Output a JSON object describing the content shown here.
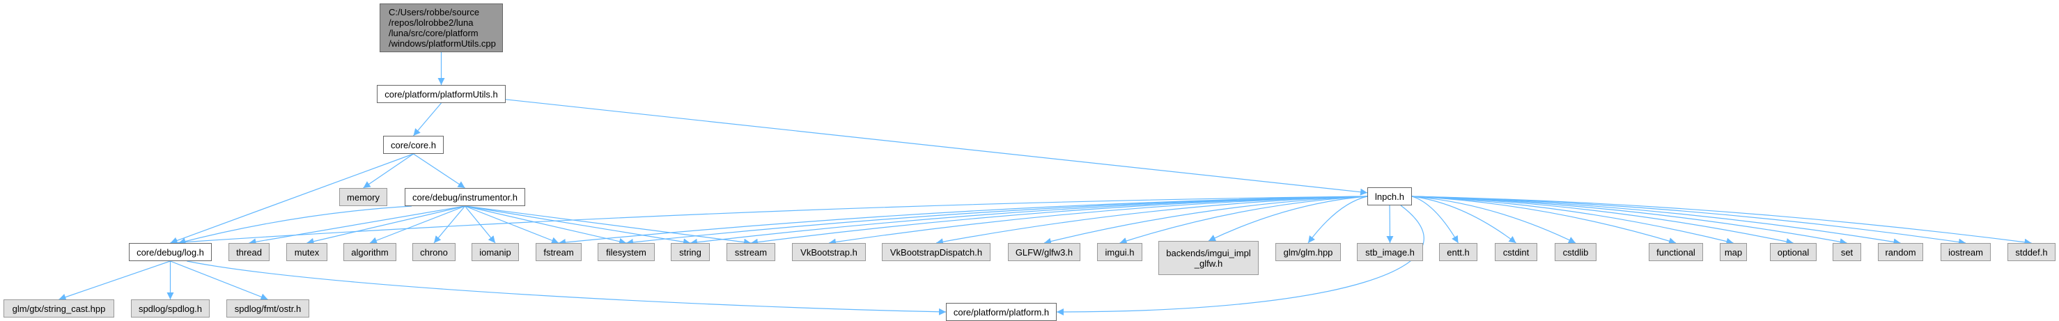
{
  "graph": {
    "type": "include-dependency-graph",
    "colors": {
      "edge": "#63b8ff",
      "root_fill": "#999999",
      "local_fill": "#ffffff",
      "system_fill": "#e0e0e0"
    },
    "nodes": [
      {
        "id": "root",
        "label": "C:/Users/robbe/source\n/repos/lolrobbe2/luna\n/luna/src/core/platform\n/windows/platformUtils.cpp",
        "kind": "root"
      },
      {
        "id": "platformUtils_h",
        "label": "core/platform/platformUtils.h",
        "kind": "local"
      },
      {
        "id": "core_h",
        "label": "core/core.h",
        "kind": "local"
      },
      {
        "id": "memory",
        "label": "memory",
        "kind": "system"
      },
      {
        "id": "instrumentor_h",
        "label": "core/debug/instrumentor.h",
        "kind": "local"
      },
      {
        "id": "lnpch_h",
        "label": "lnpch.h",
        "kind": "local"
      },
      {
        "id": "log_h",
        "label": "core/debug/log.h",
        "kind": "local"
      },
      {
        "id": "thread",
        "label": "thread",
        "kind": "system"
      },
      {
        "id": "mutex",
        "label": "mutex",
        "kind": "system"
      },
      {
        "id": "algorithm",
        "label": "algorithm",
        "kind": "system"
      },
      {
        "id": "chrono",
        "label": "chrono",
        "kind": "system"
      },
      {
        "id": "iomanip",
        "label": "iomanip",
        "kind": "system"
      },
      {
        "id": "fstream",
        "label": "fstream",
        "kind": "system"
      },
      {
        "id": "filesystem",
        "label": "filesystem",
        "kind": "system"
      },
      {
        "id": "string",
        "label": "string",
        "kind": "system"
      },
      {
        "id": "sstream",
        "label": "sstream",
        "kind": "system"
      },
      {
        "id": "VkBootstrap_h",
        "label": "VkBootstrap.h",
        "kind": "system"
      },
      {
        "id": "VkBootstrapDispatch_h",
        "label": "VkBootstrapDispatch.h",
        "kind": "system"
      },
      {
        "id": "glfw3_h",
        "label": "GLFW/glfw3.h",
        "kind": "system"
      },
      {
        "id": "imgui_h",
        "label": "imgui.h",
        "kind": "system"
      },
      {
        "id": "imgui_impl_glfw_h",
        "label": "backends/imgui_impl\n_glfw.h",
        "kind": "system"
      },
      {
        "id": "glm_hpp",
        "label": "glm/glm.hpp",
        "kind": "system"
      },
      {
        "id": "stb_image_h",
        "label": "stb_image.h",
        "kind": "system"
      },
      {
        "id": "entt_h",
        "label": "entt.h",
        "kind": "system"
      },
      {
        "id": "cstdint",
        "label": "cstdint",
        "kind": "system"
      },
      {
        "id": "cstdlib",
        "label": "cstdlib",
        "kind": "system"
      },
      {
        "id": "functional",
        "label": "functional",
        "kind": "system"
      },
      {
        "id": "map",
        "label": "map",
        "kind": "system"
      },
      {
        "id": "optional",
        "label": "optional",
        "kind": "system"
      },
      {
        "id": "set",
        "label": "set",
        "kind": "system"
      },
      {
        "id": "random",
        "label": "random",
        "kind": "system"
      },
      {
        "id": "iostream",
        "label": "iostream",
        "kind": "system"
      },
      {
        "id": "stddef_h",
        "label": "stddef.h",
        "kind": "system"
      },
      {
        "id": "string_cast_hpp",
        "label": "glm/gtx/string_cast.hpp",
        "kind": "system"
      },
      {
        "id": "spdlog_h",
        "label": "spdlog/spdlog.h",
        "kind": "system"
      },
      {
        "id": "ostr_h",
        "label": "spdlog/fmt/ostr.h",
        "kind": "system"
      },
      {
        "id": "platform_h",
        "label": "core/platform/platform.h",
        "kind": "local"
      }
    ],
    "edges": [
      [
        "root",
        "platformUtils_h"
      ],
      [
        "platformUtils_h",
        "core_h"
      ],
      [
        "platformUtils_h",
        "lnpch_h"
      ],
      [
        "core_h",
        "memory"
      ],
      [
        "core_h",
        "instrumentor_h"
      ],
      [
        "core_h",
        "log_h"
      ],
      [
        "instrumentor_h",
        "log_h"
      ],
      [
        "instrumentor_h",
        "thread"
      ],
      [
        "instrumentor_h",
        "mutex"
      ],
      [
        "instrumentor_h",
        "algorithm"
      ],
      [
        "instrumentor_h",
        "chrono"
      ],
      [
        "instrumentor_h",
        "iomanip"
      ],
      [
        "instrumentor_h",
        "fstream"
      ],
      [
        "instrumentor_h",
        "filesystem"
      ],
      [
        "instrumentor_h",
        "string"
      ],
      [
        "instrumentor_h",
        "sstream"
      ],
      [
        "lnpch_h",
        "log_h"
      ],
      [
        "lnpch_h",
        "fstream"
      ],
      [
        "lnpch_h",
        "filesystem"
      ],
      [
        "lnpch_h",
        "string"
      ],
      [
        "lnpch_h",
        "sstream"
      ],
      [
        "lnpch_h",
        "VkBootstrap_h"
      ],
      [
        "lnpch_h",
        "VkBootstrapDispatch_h"
      ],
      [
        "lnpch_h",
        "glfw3_h"
      ],
      [
        "lnpch_h",
        "imgui_h"
      ],
      [
        "lnpch_h",
        "imgui_impl_glfw_h"
      ],
      [
        "lnpch_h",
        "glm_hpp"
      ],
      [
        "lnpch_h",
        "stb_image_h"
      ],
      [
        "lnpch_h",
        "entt_h"
      ],
      [
        "lnpch_h",
        "cstdint"
      ],
      [
        "lnpch_h",
        "cstdlib"
      ],
      [
        "lnpch_h",
        "platform_h"
      ],
      [
        "lnpch_h",
        "functional"
      ],
      [
        "lnpch_h",
        "map"
      ],
      [
        "lnpch_h",
        "optional"
      ],
      [
        "lnpch_h",
        "set"
      ],
      [
        "lnpch_h",
        "random"
      ],
      [
        "lnpch_h",
        "iostream"
      ],
      [
        "lnpch_h",
        "stddef_h"
      ],
      [
        "log_h",
        "string_cast_hpp"
      ],
      [
        "log_h",
        "spdlog_h"
      ],
      [
        "log_h",
        "ostr_h"
      ],
      [
        "log_h",
        "platform_h"
      ]
    ]
  }
}
